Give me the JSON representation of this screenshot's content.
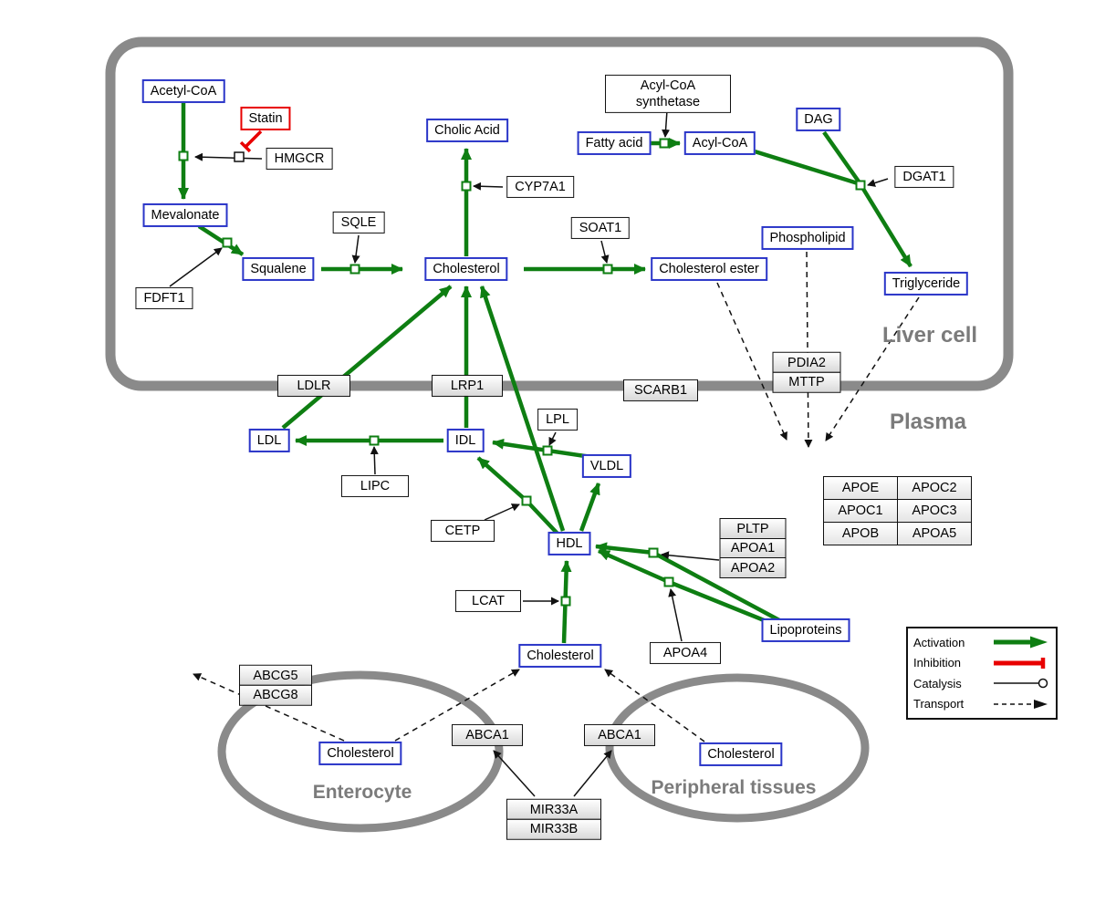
{
  "regions": {
    "liver": "Liver cell",
    "plasma": "Plasma",
    "enterocyte": "Enterocyte",
    "peripheral": "Peripheral tissues"
  },
  "nodes": {
    "acetyl_coa": "Acetyl-CoA",
    "statin": "Statin",
    "hmgcr": "HMGCR",
    "mevalonate": "Mevalonate",
    "fdft1": "FDFT1",
    "squalene": "Squalene",
    "sqle": "SQLE",
    "cholesterol_liver": "Cholesterol",
    "cholic_acid": "Cholic Acid",
    "cyp7a1": "CYP7A1",
    "soat1": "SOAT1",
    "cholesterol_ester": "Cholesterol ester",
    "fatty_acid": "Fatty acid",
    "acyl_coa_synthetase": "Acyl-CoA synthetase",
    "acyl_coa": "Acyl-CoA",
    "dag": "DAG",
    "dgat1": "DGAT1",
    "phospholipid": "Phospholipid",
    "triglyceride": "Triglyceride",
    "ldlr": "LDLR",
    "lrp1": "LRP1",
    "scarb1": "SCARB1",
    "pdia2": "PDIA2",
    "mttp": "MTTP",
    "ldl": "LDL",
    "idl": "IDL",
    "lipc": "LIPC",
    "lpl": "LPL",
    "vldl": "VLDL",
    "cetp": "CETP",
    "hdl": "HDL",
    "lcat": "LCAT",
    "apoa4": "APOA4",
    "pltp": "PLTP",
    "apoa1": "APOA1",
    "apoa2": "APOA2",
    "lipoproteins": "Lipoproteins",
    "apo_table": [
      [
        "APOE",
        "APOC2"
      ],
      [
        "APOC1",
        "APOC3"
      ],
      [
        "APOB",
        "APOA5"
      ]
    ],
    "cholesterol_plasma": "Cholesterol",
    "abcg5": "ABCG5",
    "abcg8": "ABCG8",
    "cholesterol_enterocyte": "Cholesterol",
    "abca1_left": "ABCA1",
    "abca1_right": "ABCA1",
    "cholesterol_peripheral": "Cholesterol",
    "mir33a": "MIR33A",
    "mir33b": "MIR33B"
  },
  "legend": {
    "activation": "Activation",
    "inhibition": "Inhibition",
    "catalysis": "Catalysis",
    "transport": "Transport"
  },
  "colors": {
    "metabolite_border": "#2a35c8",
    "drug_border": "#e80000",
    "activation_green": "#0e7e12",
    "inhibition_red": "#e80000",
    "membrane_gray": "#8a8a8a"
  }
}
